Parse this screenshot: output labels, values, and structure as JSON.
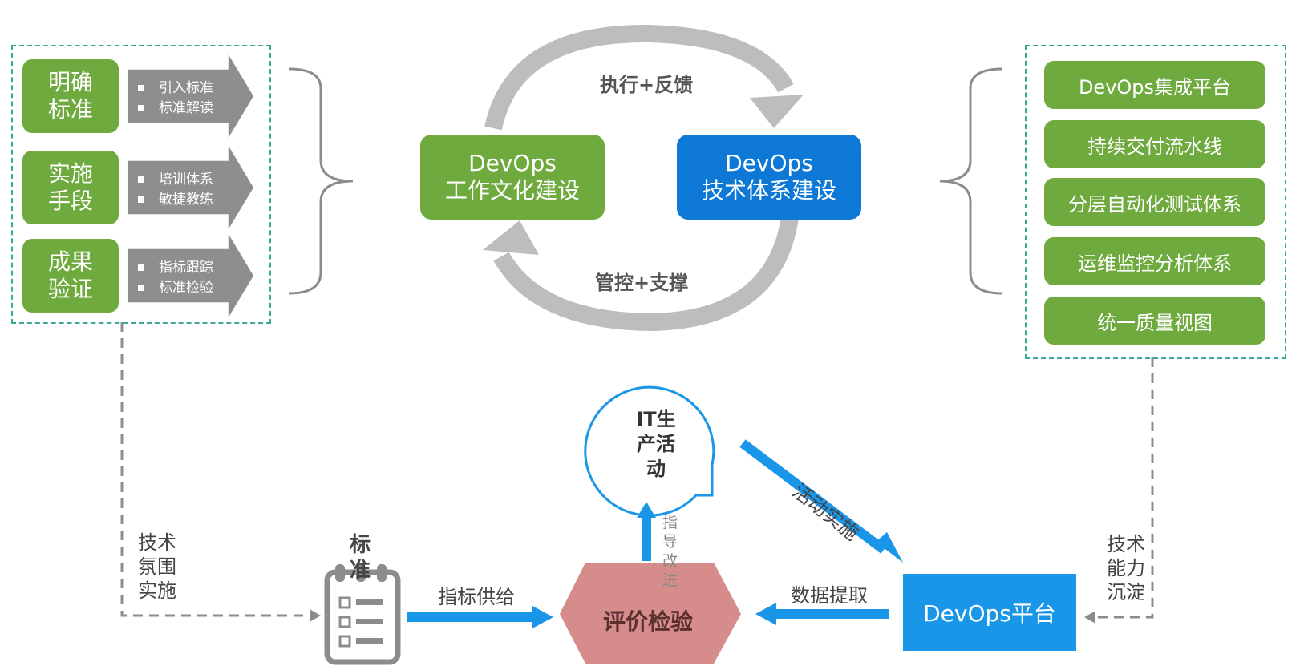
{
  "left_panel": {
    "rows": [
      {
        "title_lines": [
          "明确",
          "标准"
        ],
        "bullets": [
          "引入标准",
          "标准解读"
        ]
      },
      {
        "title_lines": [
          "实施",
          "手段"
        ],
        "bullets": [
          "培训体系",
          "敏捷教练"
        ]
      },
      {
        "title_lines": [
          "成果",
          "验证"
        ],
        "bullets": [
          "指标跟踪",
          "标准检验"
        ]
      }
    ]
  },
  "center_cycle": {
    "left_box": [
      "DevOps",
      "工作文化建设"
    ],
    "right_box": [
      "DevOps",
      "技术体系建设"
    ],
    "top_label": "执行+反馈",
    "bottom_label": "管控+支撑"
  },
  "right_panel": {
    "items": [
      "DevOps集成平台",
      "持续交付流水线",
      "分层自动化测试体系",
      "运维监控分析体系",
      "统一质量视图"
    ]
  },
  "bottom_flow": {
    "bubble_lines": [
      "IT生",
      "产活",
      "动"
    ],
    "guide_label": [
      "指",
      "导",
      "改",
      "进"
    ],
    "activity_label": "活动实施",
    "left_side_label": [
      "技术",
      "氛围",
      "实施"
    ],
    "right_side_label": [
      "技术",
      "能力",
      "沉淀"
    ],
    "standard_label": [
      "标",
      "准"
    ],
    "supply_label": "指标供给",
    "evaluation_label": "评价检验",
    "extract_label": "数据提取",
    "platform_label": "DevOps平台"
  },
  "colors": {
    "green": "#6faa3f",
    "blue": "#0e78d6",
    "light_blue": "#1a96e8",
    "teal_dash": "#37a996",
    "gray_arrow": "#8e8e8e",
    "pink": "#d78c8c"
  }
}
